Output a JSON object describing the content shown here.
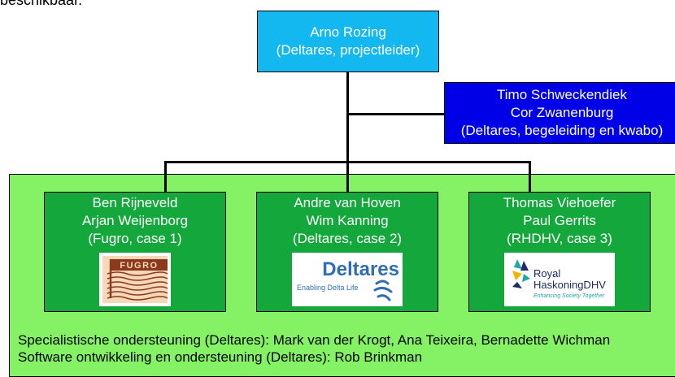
{
  "top_cut_text": "beschikbaar.",
  "lead": {
    "name": "Arno Rozing",
    "role": "(Deltares, projectleider)"
  },
  "supervision": {
    "line1": "Timo Schweckendiek",
    "line2": "Cor Zwanenburg",
    "line3": "(Deltares, begeleiding en kwabo)"
  },
  "cases": [
    {
      "line1": "Ben Rijneveld",
      "line2": "Arjan Weijenborg",
      "line3": "(Fugro, case 1)",
      "logo_text": "FUGRO"
    },
    {
      "line1": "Andre van Hoven",
      "line2": "Wim Kanning",
      "line3": "(Deltares, case 2)",
      "logo_text": "Deltares",
      "logo_tagline": "Enabling Delta Life"
    },
    {
      "line1": "Thomas Viehoefer",
      "line2": "Paul Gerrits",
      "line3": "(RHDHV, case 3)",
      "logo_text_1": "Royal",
      "logo_text_2": "HaskoningDHV",
      "logo_tagline": "Enhancing Society Together"
    }
  ],
  "footer": {
    "line1": "Specialistische ondersteuning (Deltares): Mark van der Krogt, Ana Teixeira, Bernadette Wichman",
    "line2": "Software ontwikkeling en ondersteuning (Deltares): Rob Brinkman"
  },
  "colors": {
    "lead_box": "#14b8f0",
    "supervision_box": "#0000e6",
    "panel": "#84f264",
    "case_box": "#14a83c",
    "fugro_brown": "#8b3a1e",
    "deltares_blue": "#2f6db5",
    "rhdhv_navy": "#1b2a6b",
    "rhdhv_teal": "#22a7a7"
  }
}
